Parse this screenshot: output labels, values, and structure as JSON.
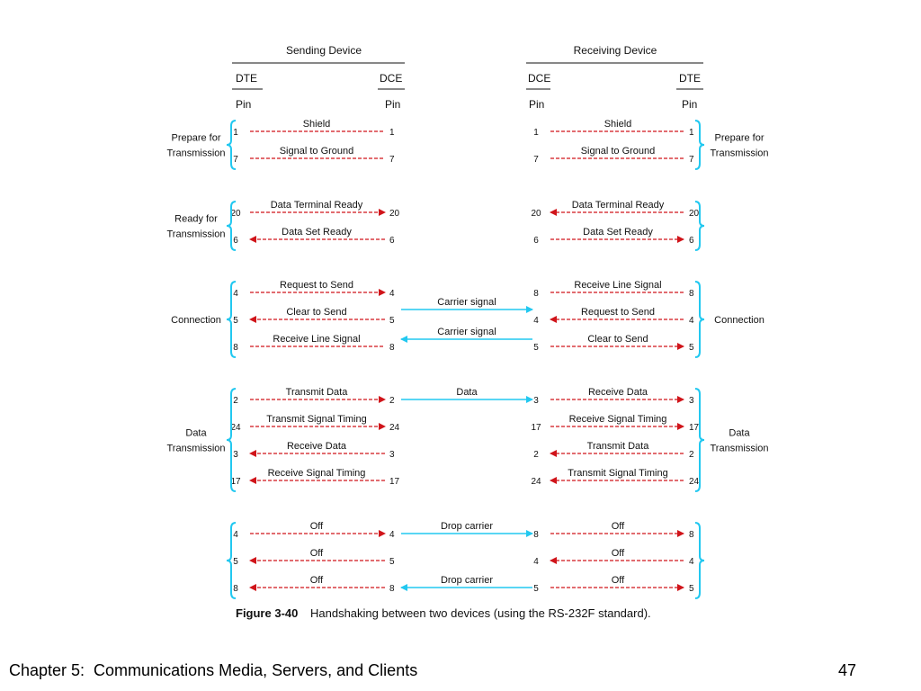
{
  "headers": {
    "sending_device": "Sending Device",
    "receiving_device": "Receiving Device",
    "dte": "DTE",
    "dce": "DCE",
    "pin": "Pin"
  },
  "groups": [
    {
      "left_label": [
        "Prepare for",
        "Transmission"
      ],
      "right_label": [
        "Prepare for",
        "Transmission"
      ]
    },
    {
      "left_label": [
        "Ready for",
        "Transmission"
      ],
      "right_label": []
    },
    {
      "left_label": [
        "Connection"
      ],
      "right_label": [
        "Connection"
      ]
    },
    {
      "left_label": [
        "Data",
        "Transmission"
      ],
      "right_label": [
        "Data",
        "Transmission"
      ]
    },
    {
      "left_label": [],
      "right_label": []
    }
  ],
  "rows": [
    {
      "group": 0,
      "lpin_l": "1",
      "lpin_r": "1",
      "llabel": "Shield",
      "ldir": "none",
      "rpin_l": "1",
      "rpin_r": "1",
      "rlabel": "Shield",
      "rdir": "none"
    },
    {
      "group": 0,
      "lpin_l": "7",
      "lpin_r": "7",
      "llabel": "Signal to Ground",
      "ldir": "none",
      "rpin_l": "7",
      "rpin_r": "7",
      "rlabel": "Signal to Ground",
      "rdir": "none"
    },
    {
      "group": 1,
      "lpin_l": "20",
      "lpin_r": "20",
      "llabel": "Data Terminal Ready",
      "ldir": "right",
      "rpin_l": "20",
      "rpin_r": "20",
      "rlabel": "Data Terminal Ready",
      "rdir": "left"
    },
    {
      "group": 1,
      "lpin_l": "6",
      "lpin_r": "6",
      "llabel": "Data Set Ready",
      "ldir": "left",
      "rpin_l": "6",
      "rpin_r": "6",
      "rlabel": "Data Set Ready",
      "rdir": "right"
    },
    {
      "group": 2,
      "lpin_l": "4",
      "lpin_r": "4",
      "llabel": "Request to Send",
      "ldir": "right",
      "rpin_l": "8",
      "rpin_r": "8",
      "rlabel": "Receive Line Signal",
      "rdir": "none"
    },
    {
      "group": 2,
      "lpin_l": "5",
      "lpin_r": "5",
      "llabel": "Clear to Send",
      "ldir": "left",
      "rpin_l": "4",
      "rpin_r": "4",
      "rlabel": "Request to Send",
      "rdir": "left"
    },
    {
      "group": 2,
      "lpin_l": "8",
      "lpin_r": "8",
      "llabel": "Receive Line Signal",
      "ldir": "none",
      "rpin_l": "5",
      "rpin_r": "5",
      "rlabel": "Clear to Send",
      "rdir": "right"
    },
    {
      "group": 3,
      "lpin_l": "2",
      "lpin_r": "2",
      "llabel": "Transmit Data",
      "ldir": "right",
      "rpin_l": "3",
      "rpin_r": "3",
      "rlabel": "Receive Data",
      "rdir": "right"
    },
    {
      "group": 3,
      "lpin_l": "24",
      "lpin_r": "24",
      "llabel": "Transmit Signal Timing",
      "ldir": "right",
      "rpin_l": "17",
      "rpin_r": "17",
      "rlabel": "Receive Signal Timing",
      "rdir": "right"
    },
    {
      "group": 3,
      "lpin_l": "3",
      "lpin_r": "3",
      "llabel": "Receive Data",
      "ldir": "left",
      "rpin_l": "2",
      "rpin_r": "2",
      "rlabel": "Transmit Data",
      "rdir": "left"
    },
    {
      "group": 3,
      "lpin_l": "17",
      "lpin_r": "17",
      "llabel": "Receive Signal Timing",
      "ldir": "left",
      "rpin_l": "24",
      "rpin_r": "24",
      "rlabel": "Transmit Signal Timing",
      "rdir": "left"
    },
    {
      "group": 4,
      "lpin_l": "4",
      "lpin_r": "4",
      "llabel": "Off",
      "ldir": "right",
      "rpin_l": "8",
      "rpin_r": "8",
      "rlabel": "Off",
      "rdir": "right"
    },
    {
      "group": 4,
      "lpin_l": "5",
      "lpin_r": "5",
      "llabel": "Off",
      "ldir": "left",
      "rpin_l": "4",
      "rpin_r": "4",
      "rlabel": "Off",
      "rdir": "left"
    },
    {
      "group": 4,
      "lpin_l": "8",
      "lpin_r": "8",
      "llabel": "Off",
      "ldir": "left",
      "rpin_l": "5",
      "rpin_r": "5",
      "rlabel": "Off",
      "rdir": "right"
    }
  ],
  "middle_links": [
    {
      "label": "Carrier signal",
      "dir": "right",
      "from_row": 5,
      "label_row": 5
    },
    {
      "label": "Carrier signal",
      "dir": "left",
      "from_row": 6,
      "label_row": 6
    },
    {
      "label": "Data",
      "dir": "right",
      "from_row": 7,
      "label_row": 7
    },
    {
      "label": "Drop carrier",
      "dir": "right",
      "from_row": 11,
      "label_row": 11
    },
    {
      "label": "Drop carrier",
      "dir": "left",
      "from_row": 13,
      "label_row": 13
    }
  ],
  "caption": {
    "figure": "Figure 3-40",
    "text": "Handshaking between two devices (using the RS-232F standard)."
  },
  "colors": {
    "signal_line": "#d0141a",
    "brace": "#22c8f0",
    "carrier_line": "#22c8f0",
    "text": "#111111"
  },
  "footer": {
    "chapter": "Chapter 5:  Communications Media, Servers, and Clients",
    "page_number": "47"
  }
}
